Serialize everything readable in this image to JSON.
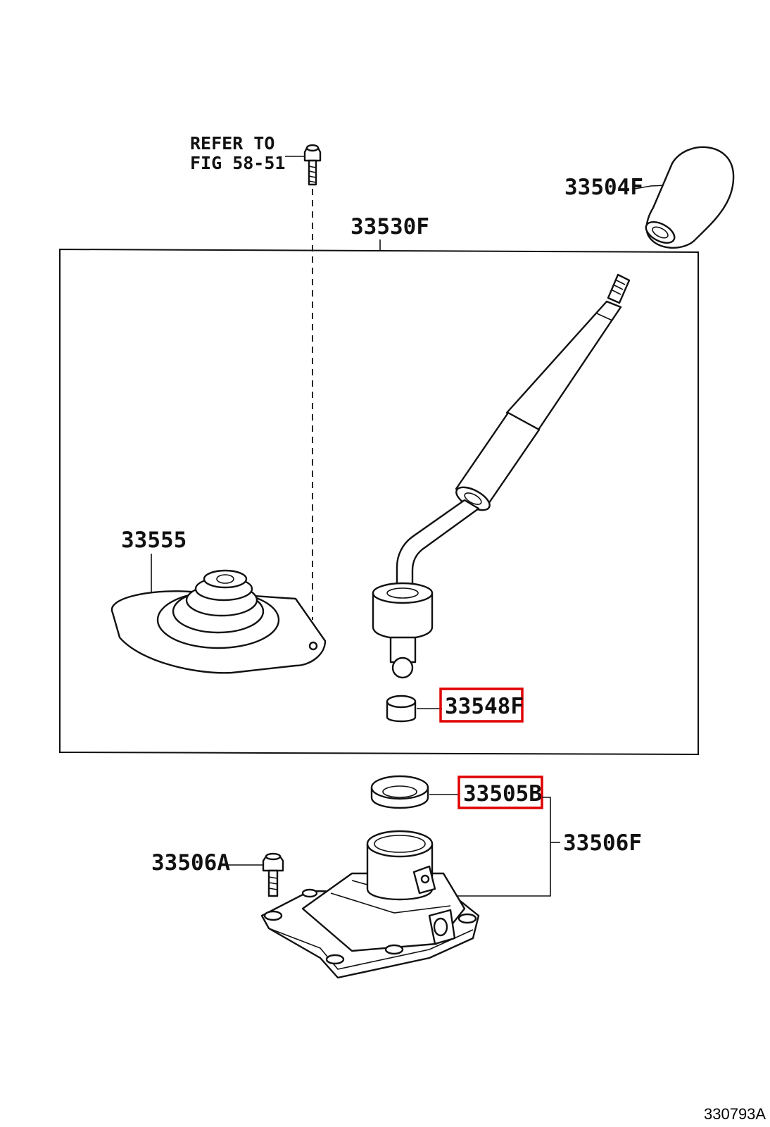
{
  "refer_note": {
    "line1": "REFER TO",
    "line2": "FIG 58-51"
  },
  "labels": {
    "knob": "33504F",
    "lever_assembly": "33530F",
    "boot": "33555",
    "bushing": "33548F",
    "seat": "33505B",
    "housing": "33506F",
    "bolt": "33506A"
  },
  "highlighted_parts": [
    "33548F",
    "33505B"
  ],
  "highlight_color": "#e00000",
  "figure_code": "330793A"
}
